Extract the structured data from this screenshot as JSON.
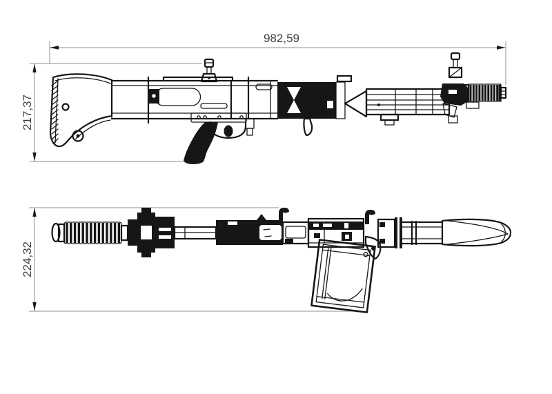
{
  "drawing": {
    "background": "#ffffff",
    "colors": {
      "bg": "#ffffff",
      "line": "#161616",
      "dim": "#8f8f8f",
      "label": "#3f3f3f"
    },
    "dimensions": {
      "overall_length": {
        "value": "982,59"
      },
      "side_height": {
        "value": "217,37"
      },
      "top_width": {
        "value": "224,32"
      }
    }
  }
}
